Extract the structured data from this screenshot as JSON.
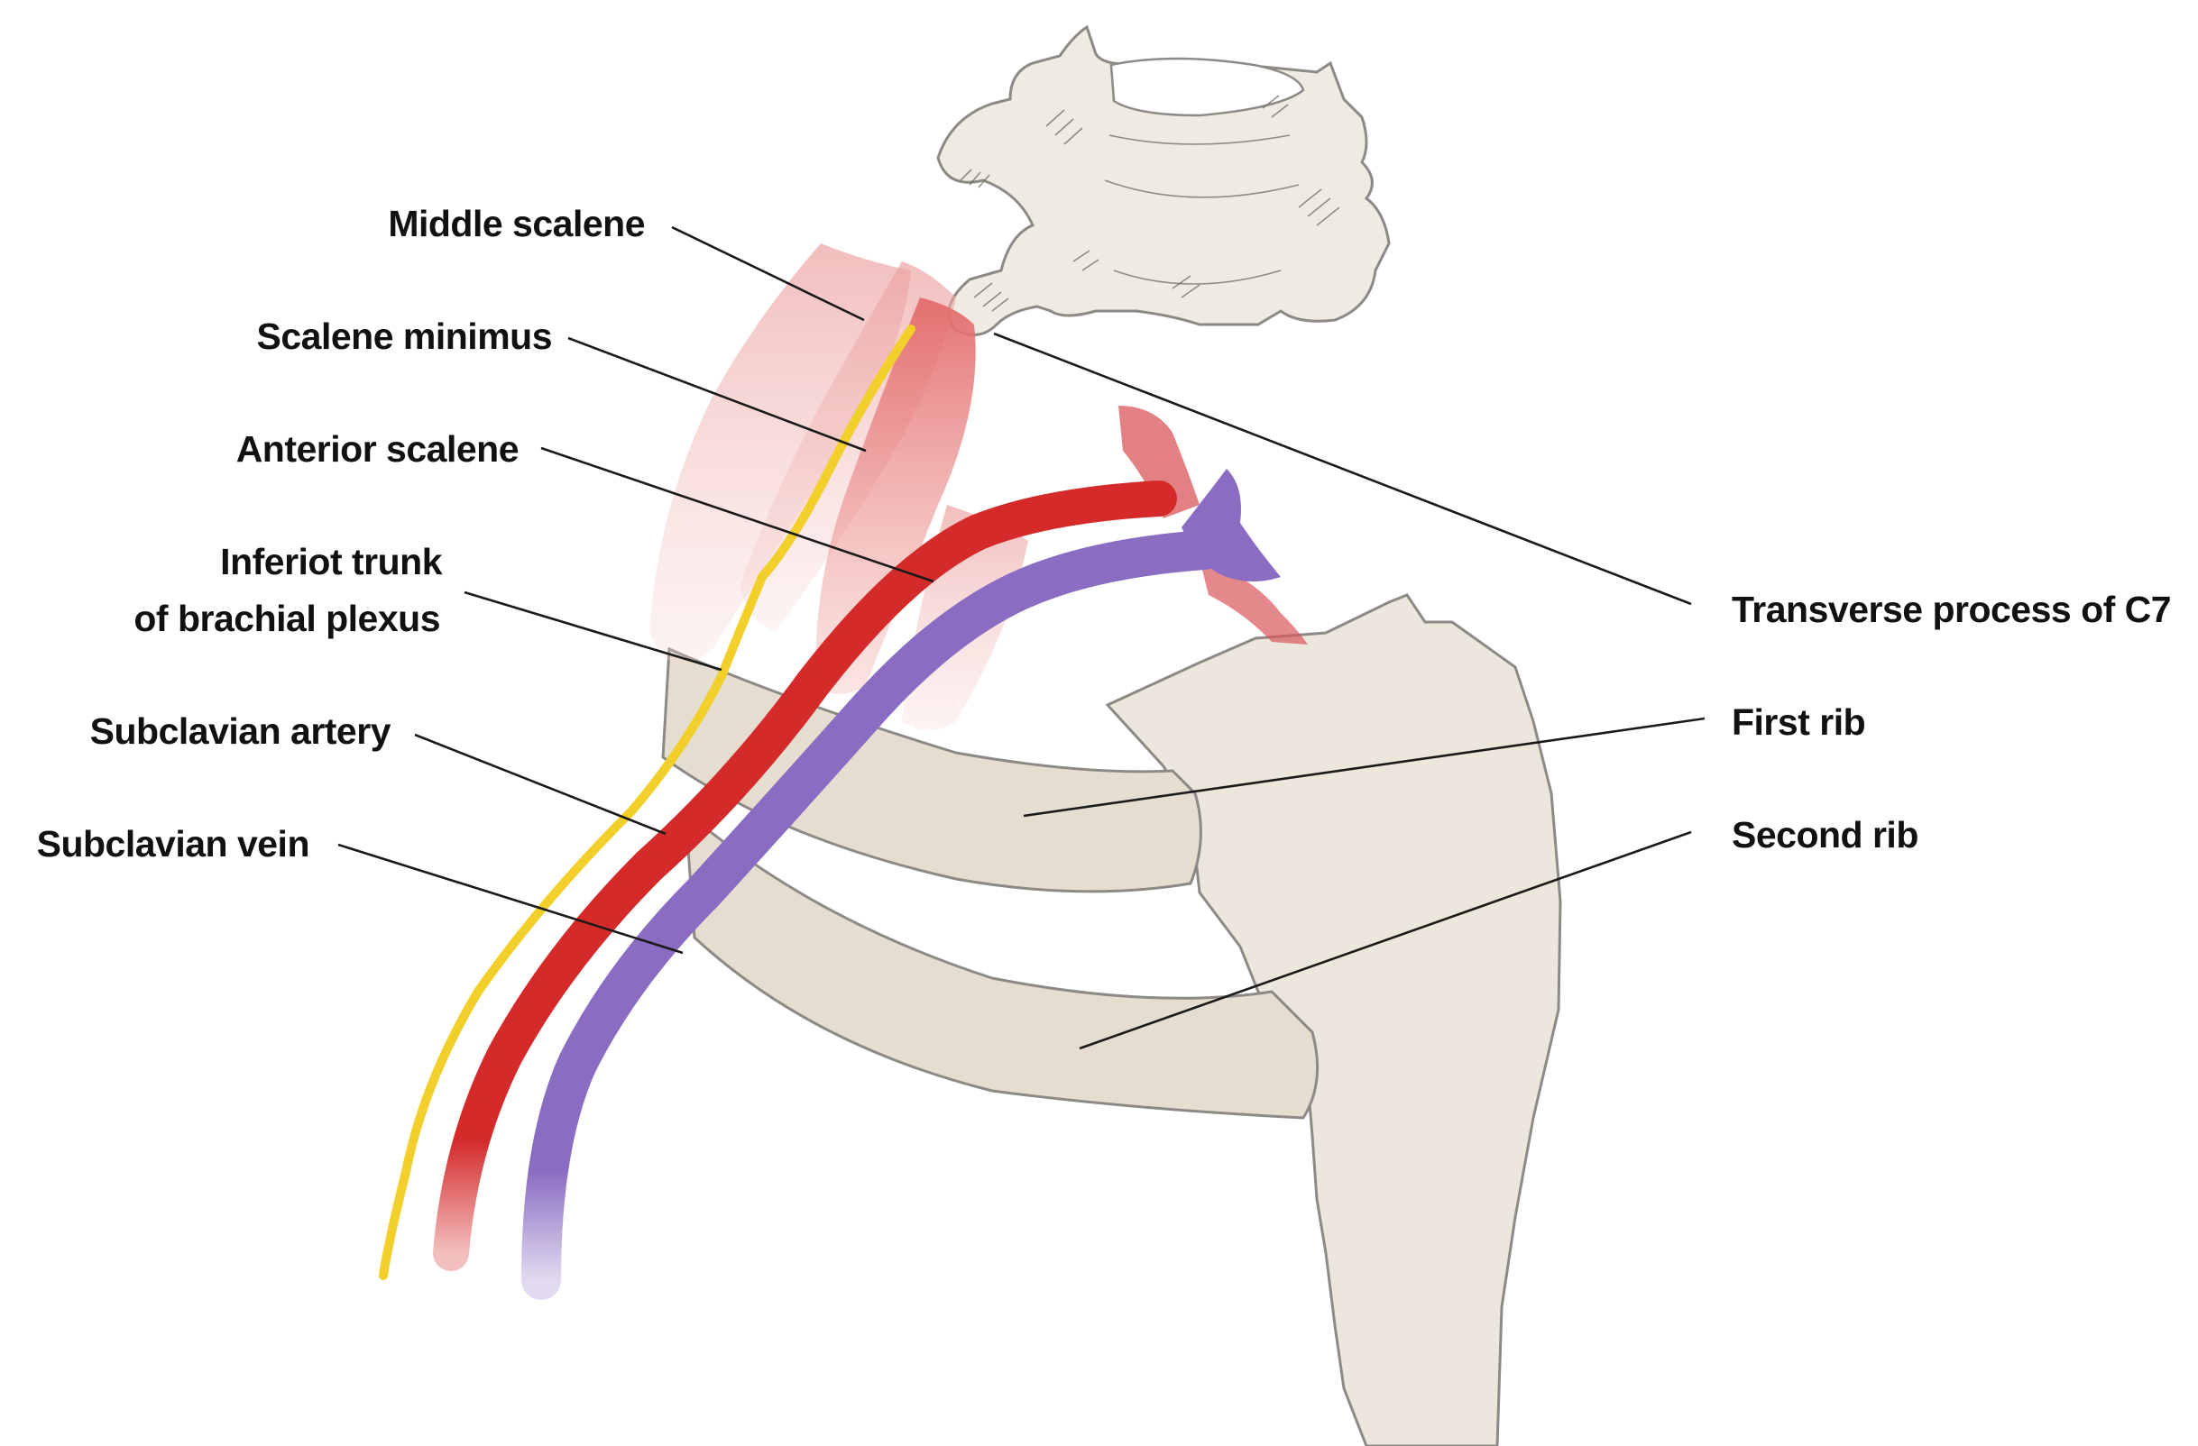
{
  "labels": {
    "middle_scalene": "Middle scalene",
    "scalene_minimus": "Scalene minimus",
    "anterior_scalene": "Anterior scalene",
    "inferior_trunk_line1": "Inferiot trunk",
    "inferior_trunk_line2": "of brachial plexus",
    "subclavian_artery": "Subclavian artery",
    "subclavian_vein": "Subclavian vein",
    "transverse_process": "Transverse process of C7",
    "first_rib": "First rib",
    "second_rib": "Second rib"
  },
  "colors": {
    "bone": "#ece6dc",
    "muscle": "#e36b6b",
    "artery": "#d42a2a",
    "vein": "#8a6cc2",
    "nerve": "#f2cf2a"
  }
}
